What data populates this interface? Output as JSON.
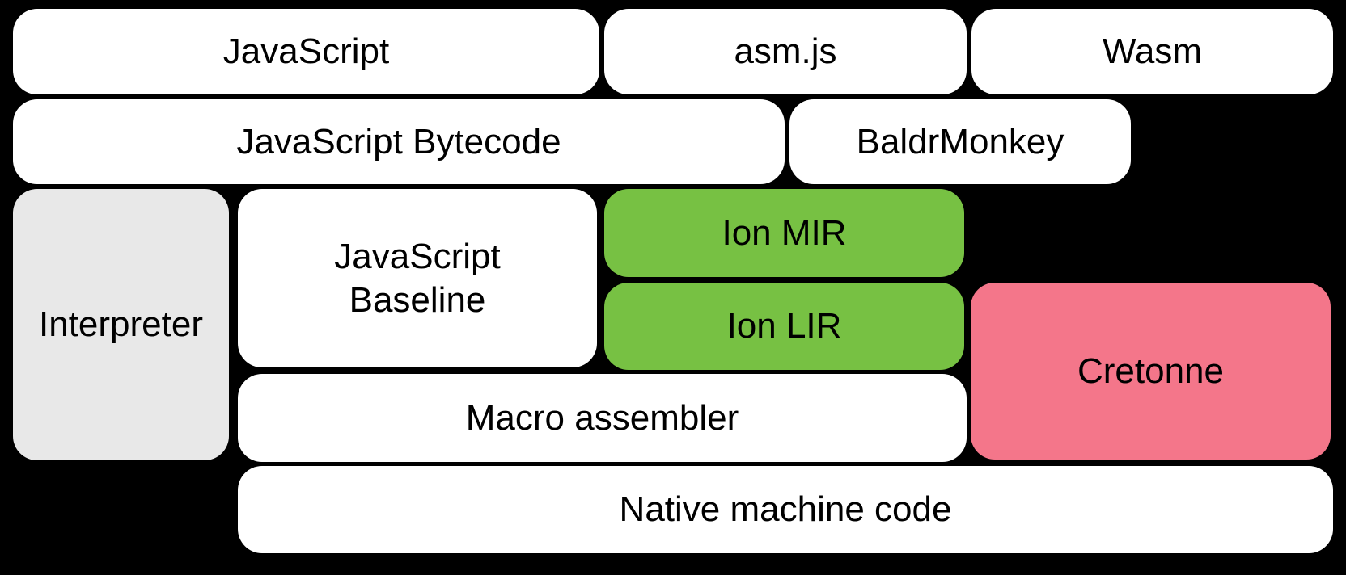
{
  "diagram": {
    "background_color": "#000000",
    "text_color": "#000000",
    "colors": {
      "default_box": "#ffffff",
      "interpreter_gray": "#e8e8e8",
      "ion_green": "#77c143",
      "cretonne_pink": "#f4768a"
    },
    "boxes": [
      {
        "id": "javascript",
        "label": "JavaScript",
        "color": "#ffffff"
      },
      {
        "id": "asmjs",
        "label": "asm.js",
        "color": "#ffffff"
      },
      {
        "id": "wasm",
        "label": "Wasm",
        "color": "#ffffff"
      },
      {
        "id": "javascript-bytecode",
        "label": "JavaScript Bytecode",
        "color": "#ffffff"
      },
      {
        "id": "baldrmonkey",
        "label": "BaldrMonkey",
        "color": "#ffffff"
      },
      {
        "id": "interpreter",
        "label": "Interpreter",
        "color": "#e8e8e8"
      },
      {
        "id": "javascript-baseline",
        "label": "JavaScript Baseline",
        "color": "#ffffff"
      },
      {
        "id": "ion-mir",
        "label": "Ion MIR",
        "color": "#77c143"
      },
      {
        "id": "ion-lir",
        "label": "Ion LIR",
        "color": "#77c143"
      },
      {
        "id": "cretonne",
        "label": "Cretonne",
        "color": "#f4768a"
      },
      {
        "id": "macro-assembler",
        "label": "Macro assembler",
        "color": "#ffffff"
      },
      {
        "id": "native-machine-code",
        "label": "Native machine code",
        "color": "#ffffff"
      }
    ]
  }
}
